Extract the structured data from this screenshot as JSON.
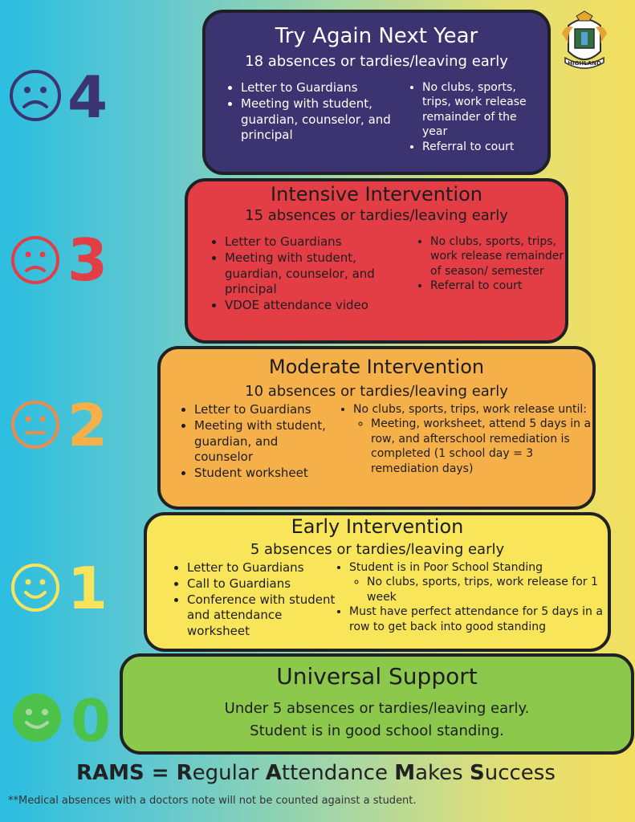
{
  "tiers": {
    "t4": {
      "title": "Try Again Next Year",
      "subtitle": "18 absences or tardies/leaving early",
      "left": [
        "Letter to Guardians",
        "Meeting with student, guardian, counselor, and principal"
      ],
      "right": [
        "No clubs, sports, trips, work release remainder of the year",
        "Referral to court"
      ]
    },
    "t3": {
      "title": "Intensive Intervention",
      "subtitle": "15 absences or tardies/leaving early",
      "left": [
        "Letter to Guardians",
        "Meeting with student, guardian, counselor, and principal",
        "VDOE attendance video"
      ],
      "right": [
        "No clubs, sports, trips, work release remainder of season/ semester",
        "Referral to court"
      ]
    },
    "t2": {
      "title": "Moderate Intervention",
      "subtitle": "10 absences or tardies/leaving early",
      "left": [
        "Letter to Guardians",
        "Meeting with student, guardian, and counselor",
        "Student worksheet"
      ],
      "right_main": "No clubs, sports, trips, work release until:",
      "right_sub": "Meeting, worksheet, attend 5 days in a row, and afterschool remediation is completed (1 school day = 3 remediation days)"
    },
    "t1": {
      "title": "Early Intervention",
      "subtitle": "5 absences or tardies/leaving early",
      "left": [
        "Letter to Guardians",
        "Call to Guardians",
        "Conference with student and attendance worksheet"
      ],
      "right_main": "Student is in Poor School Standing",
      "right_sub": "No clubs, sports, trips, work release for 1 week",
      "right_last": "Must have perfect attendance for 5 days in a row to get back into good standing"
    },
    "t0": {
      "title": "Universal Support",
      "line1": "Under 5 absences or tardies/leaving early.",
      "line2": "Student is in good school standing."
    }
  },
  "levels": [
    "4",
    "3",
    "2",
    "1",
    "0"
  ],
  "level_colors": {
    "4": "#3c3470",
    "3": "#e33d45",
    "2": "#f08a4b",
    "1": "#f7e45c",
    "0": "#4cc24a"
  },
  "rams": {
    "r": "R",
    "rams_eq": "AMS = ",
    "r2": "R",
    "egular": "egular ",
    "a": "A",
    "ttendance": "ttendance ",
    "m": "M",
    "akes": "akes ",
    "s": "S",
    "uccess": "uccess"
  },
  "footnote": "**Medical absences with a doctors note will not be counted against a student.",
  "crest_label": "HIGHLAND"
}
